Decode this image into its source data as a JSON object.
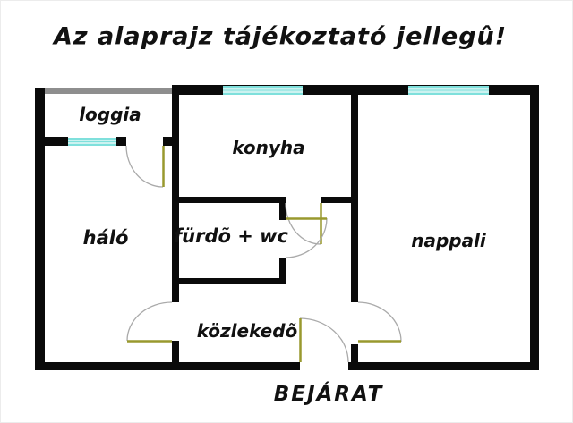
{
  "title": "Az alaprajz tájékoztató jellegû!",
  "rooms": {
    "loggia": {
      "label": "loggia"
    },
    "konyha": {
      "label": "konyha"
    },
    "halo": {
      "label": "háló"
    },
    "furdo": {
      "label": "fürdõ + wc"
    },
    "nappali": {
      "label": "nappali"
    },
    "kozlekedo": {
      "label": "közlekedõ"
    }
  },
  "entrance": {
    "label": "BEJÁRAT"
  },
  "colors": {
    "wall": "#0a0a0a",
    "balcony_edge": "#8e8e8e",
    "window_fill": "#ccf2f0",
    "window_line": "#7fe0dc",
    "door_leaf": "#99992e",
    "door_arc": "#aaaaaa",
    "bg": "#ffffff",
    "text": "#111111"
  }
}
